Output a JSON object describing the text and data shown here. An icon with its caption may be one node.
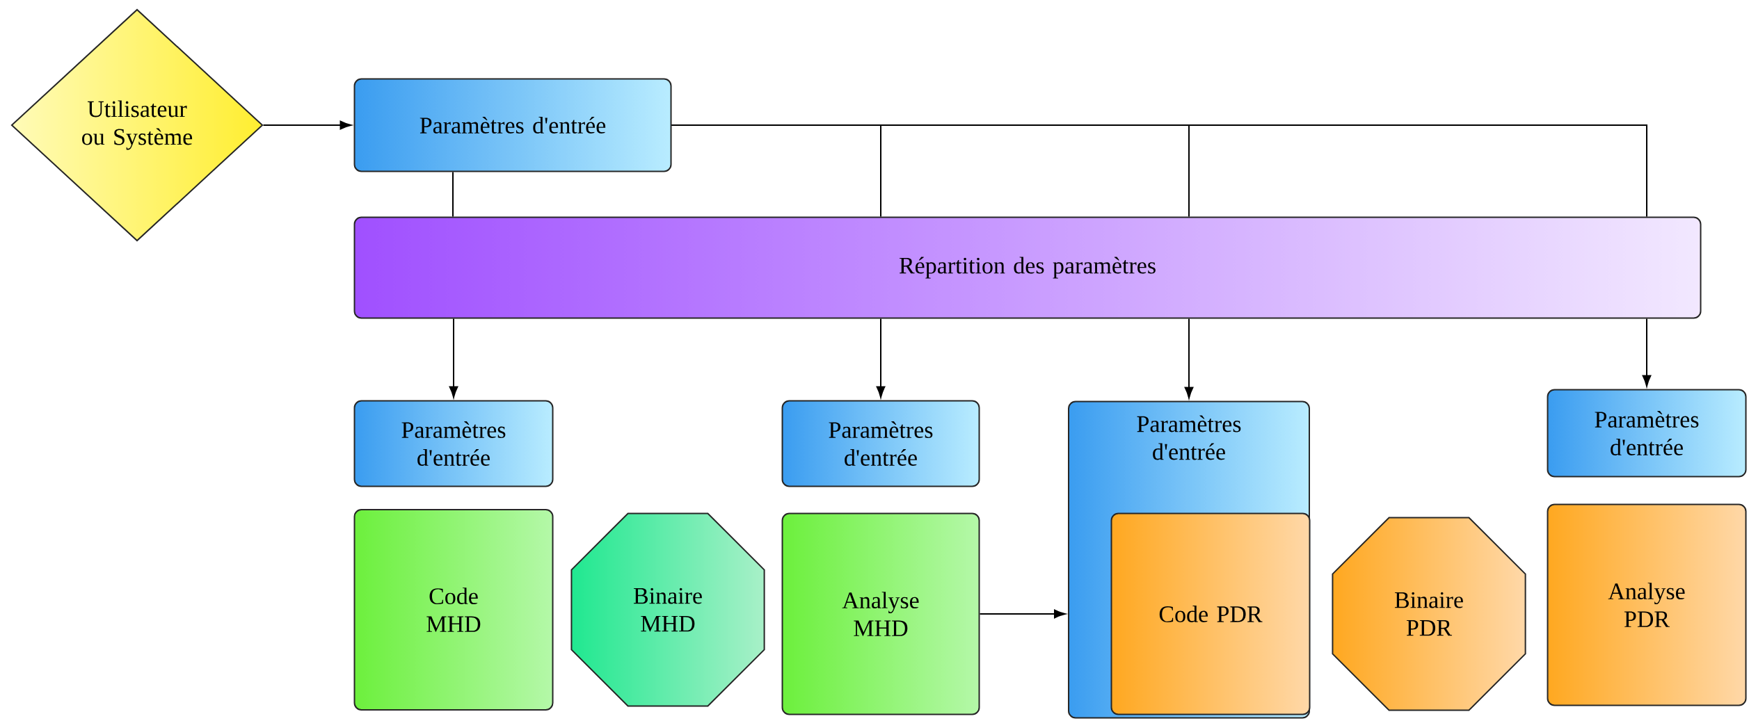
{
  "diagram": {
    "nodes": [
      {
        "text": [
          "Utilisateur ou Système"
        ]
      },
      {
        "text": [
          "Paramètres d'entrée"
        ]
      },
      {
        "text": [
          "Répartition des paramètres"
        ]
      },
      {
        "text": [
          "Paramètres d'entrée"
        ]
      },
      {
        "text": [
          "Code MHD"
        ]
      },
      {
        "text": [
          "Binaire MHD"
        ]
      },
      {
        "text": [
          "Paramètres d'entrée"
        ]
      },
      {
        "text": [
          "Analyse MHD"
        ]
      },
      {
        "text": [
          "Paramètres d'entrée"
        ]
      },
      {
        "text": [
          "Code PDR"
        ],
        "in": 8
      },
      {
        "text": [
          "Binaire PDR"
        ]
      },
      {
        "text": [
          "Paramètres d'entrée"
        ]
      },
      {
        "text": [
          "Analyse PDR"
        ]
      }
    ],
    "edges": [
      {
        "from": 0,
        "to": 1,
        "arrow": "to"
      },
      {
        "from": 1,
        "to": 2,
        "arrow": "none"
      },
      {
        "from": 1,
        "to": 2,
        "arrow": "none"
      },
      {
        "from": 1,
        "to": 2,
        "arrow": "none"
      },
      {
        "from": 1,
        "to": 2,
        "arrow": "none"
      },
      {
        "from": 2,
        "to": 3,
        "arrow": "to"
      },
      {
        "from": 2,
        "to": 6,
        "arrow": "to"
      },
      {
        "from": 2,
        "to": 8,
        "arrow": "to"
      },
      {
        "from": 2,
        "to": 11,
        "arrow": "to"
      },
      {
        "from": 7,
        "to": 8,
        "arrow": "to"
      }
    ]
  }
}
